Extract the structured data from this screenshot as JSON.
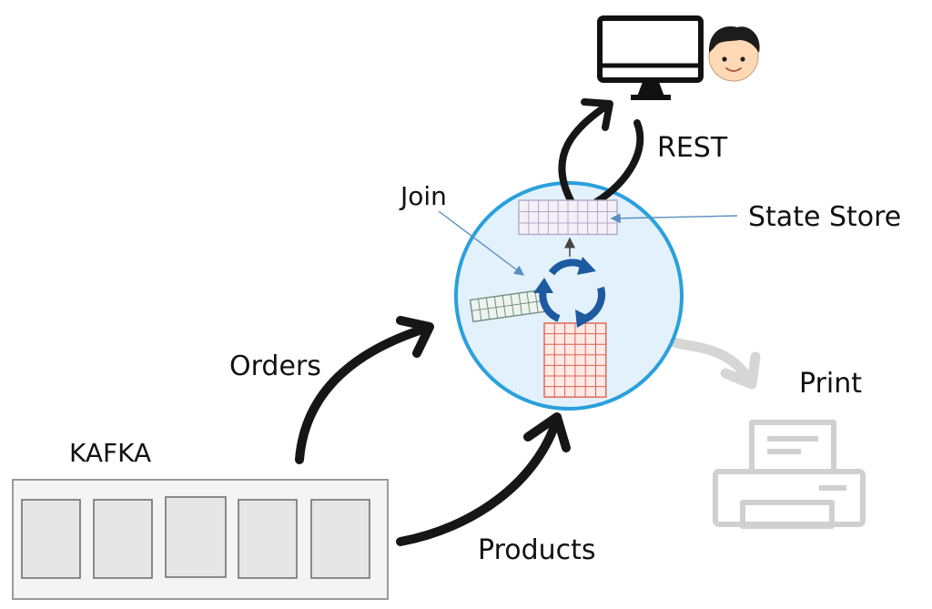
{
  "labels": {
    "kafka": "KAFKA",
    "orders": "Orders",
    "products": "Products",
    "join": "Join",
    "state_store": "State Store",
    "rest": "REST",
    "print": "Print"
  },
  "icons": {
    "monitor": "desktop-monitor-icon",
    "user": "user-face-icon",
    "printer": "printer-icon",
    "join": "circular-arrows-icon"
  },
  "colors": {
    "processor_fill": "#e3f1fc",
    "processor_border": "#2aa0dc",
    "state_store_grid": "#b3a8c8",
    "stream_grid": "#6f8f80",
    "table_grid": "#e06050",
    "join_arrows": "#1d5aa0",
    "leader_lines": "#5a8fc0",
    "print_path": "#d6d6d6"
  }
}
